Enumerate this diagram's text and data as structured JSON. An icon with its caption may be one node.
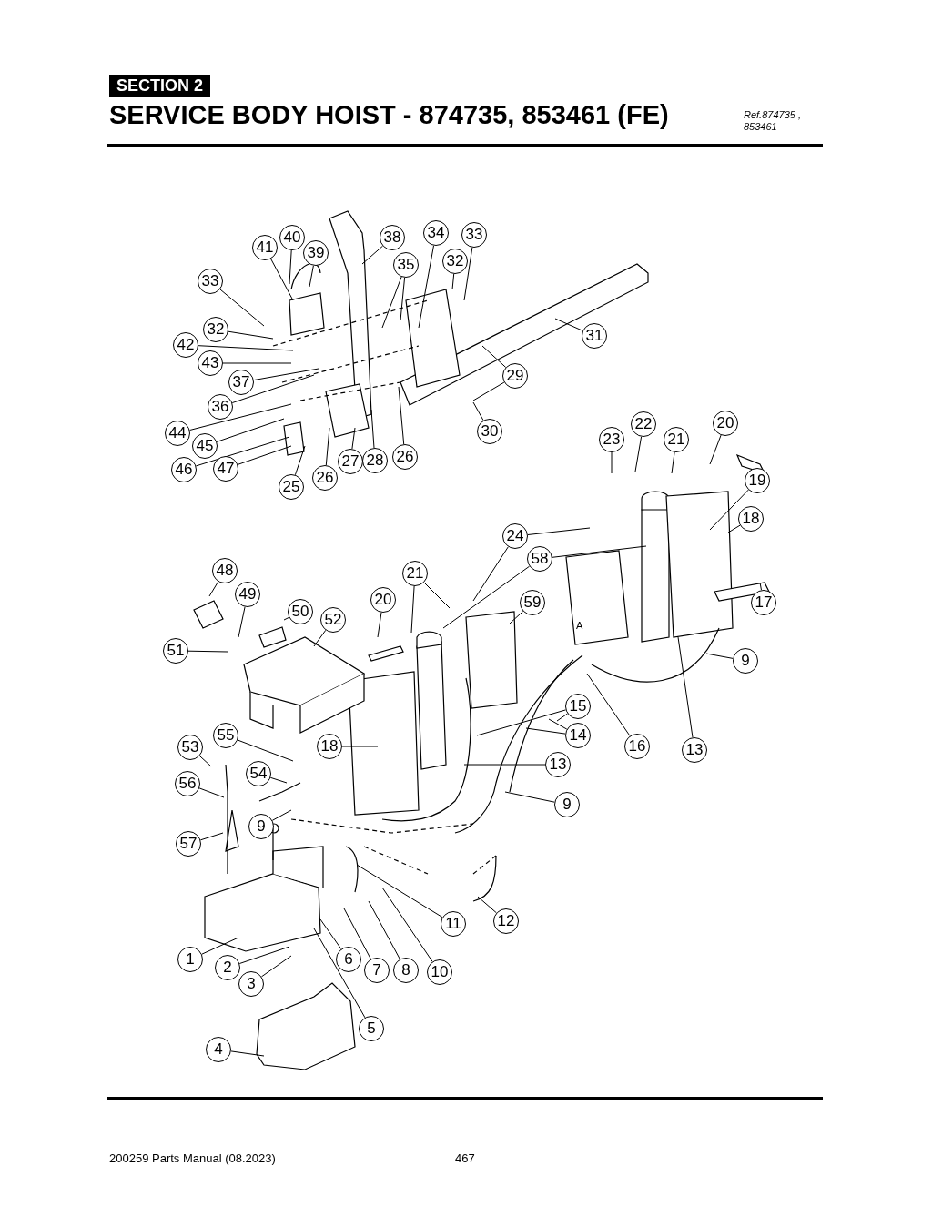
{
  "diagram": {
    "title": "SERVICE BODY HOIST - 874735, 853461 (FE)",
    "nodes": [
      {
        "text": [
          "33"
        ]
      },
      {
        "text": [
          "41"
        ]
      },
      {
        "text": [
          "40"
        ]
      },
      {
        "text": [
          "39"
        ]
      },
      {
        "text": [
          "38"
        ]
      },
      {
        "text": [
          "34"
        ]
      },
      {
        "text": [
          "35"
        ]
      },
      {
        "text": [
          "33"
        ]
      },
      {
        "text": [
          "32"
        ]
      },
      {
        "text": [
          "31"
        ]
      },
      {
        "text": [
          "32"
        ]
      },
      {
        "text": [
          "42"
        ]
      },
      {
        "text": [
          "43"
        ]
      },
      {
        "text": [
          "37"
        ]
      },
      {
        "text": [
          "29"
        ]
      },
      {
        "text": [
          "36"
        ]
      },
      {
        "text": [
          "44"
        ]
      },
      {
        "text": [
          "45"
        ]
      },
      {
        "text": [
          "30"
        ]
      },
      {
        "text": [
          "46"
        ]
      },
      {
        "text": [
          "47"
        ]
      },
      {
        "text": [
          "25"
        ]
      },
      {
        "text": [
          "26"
        ]
      },
      {
        "text": [
          "27"
        ]
      },
      {
        "text": [
          "28"
        ]
      },
      {
        "text": [
          "26"
        ]
      },
      {
        "text": [
          "23"
        ]
      },
      {
        "text": [
          "22"
        ]
      },
      {
        "text": [
          "21"
        ]
      },
      {
        "text": [
          "20"
        ]
      },
      {
        "text": [
          "19"
        ]
      },
      {
        "text": [
          "18"
        ]
      },
      {
        "text": [
          "24"
        ]
      },
      {
        "text": [
          "58"
        ]
      },
      {
        "text": [
          "48"
        ]
      },
      {
        "text": [
          "49"
        ]
      },
      {
        "text": [
          "50"
        ]
      },
      {
        "text": [
          "52"
        ]
      },
      {
        "text": [
          "21"
        ]
      },
      {
        "text": [
          "20"
        ]
      },
      {
        "text": [
          "59"
        ]
      },
      {
        "text": [
          "17"
        ]
      },
      {
        "text": [
          "51"
        ]
      },
      {
        "text": [
          "9"
        ]
      },
      {
        "text": [
          "15"
        ]
      },
      {
        "text": [
          "14"
        ]
      },
      {
        "text": [
          "16"
        ]
      },
      {
        "text": [
          "13"
        ]
      },
      {
        "text": [
          "18"
        ]
      },
      {
        "text": [
          "55"
        ]
      },
      {
        "text": [
          "53"
        ]
      },
      {
        "text": [
          "54"
        ]
      },
      {
        "text": [
          "13"
        ]
      },
      {
        "text": [
          "56"
        ]
      },
      {
        "text": [
          "9"
        ]
      },
      {
        "text": [
          "9"
        ]
      },
      {
        "text": [
          "57"
        ]
      },
      {
        "text": [
          "11"
        ]
      },
      {
        "text": [
          "12"
        ]
      },
      {
        "text": [
          "1"
        ]
      },
      {
        "text": [
          "2"
        ]
      },
      {
        "text": [
          "6"
        ]
      },
      {
        "text": [
          "3"
        ]
      },
      {
        "text": [
          "7"
        ]
      },
      {
        "text": [
          "8"
        ]
      },
      {
        "text": [
          "10"
        ]
      },
      {
        "text": [
          "5"
        ]
      },
      {
        "text": [
          "4"
        ]
      }
    ],
    "edges": [
      {
        "from": 0,
        "to": null,
        "arrow": "none"
      },
      {
        "from": 1,
        "to": null,
        "arrow": "none"
      },
      {
        "from": 2,
        "to": null,
        "arrow": "none"
      },
      {
        "from": 3,
        "to": null,
        "arrow": "none"
      },
      {
        "from": 4,
        "to": null,
        "arrow": "none"
      },
      {
        "from": 5,
        "to": null,
        "arrow": "none"
      },
      {
        "from": 6,
        "to": null,
        "arrow": "none"
      },
      {
        "from": 6,
        "to": null,
        "arrow": "none"
      },
      {
        "from": 7,
        "to": null,
        "arrow": "none"
      },
      {
        "from": 8,
        "to": null,
        "arrow": "none"
      },
      {
        "from": 9,
        "to": null,
        "arrow": "none"
      },
      {
        "from": 10,
        "to": null,
        "arrow": "none"
      },
      {
        "from": 11,
        "to": null,
        "arrow": "none"
      },
      {
        "from": 12,
        "to": null,
        "arrow": "none"
      },
      {
        "from": 13,
        "to": null,
        "arrow": "none"
      },
      {
        "from": 14,
        "to": null,
        "arrow": "none"
      },
      {
        "from": 14,
        "to": null,
        "arrow": "none"
      },
      {
        "from": 15,
        "to": null,
        "arrow": "none"
      },
      {
        "from": 16,
        "to": null,
        "arrow": "none"
      },
      {
        "from": 17,
        "to": null,
        "arrow": "none"
      },
      {
        "from": 18,
        "to": null,
        "arrow": "none"
      },
      {
        "from": 19,
        "to": null,
        "arrow": "none"
      },
      {
        "from": 20,
        "to": null,
        "arrow": "none"
      },
      {
        "from": 21,
        "to": null,
        "arrow": "none"
      },
      {
        "from": 22,
        "to": null,
        "arrow": "none"
      },
      {
        "from": 23,
        "to": null,
        "arrow": "none"
      },
      {
        "from": 24,
        "to": null,
        "arrow": "none"
      },
      {
        "from": 25,
        "to": null,
        "arrow": "none"
      },
      {
        "from": 26,
        "to": null,
        "arrow": "none"
      },
      {
        "from": 27,
        "to": null,
        "arrow": "none"
      },
      {
        "from": 28,
        "to": null,
        "arrow": "none"
      },
      {
        "from": 29,
        "to": null,
        "arrow": "none"
      },
      {
        "from": 30,
        "to": null,
        "arrow": "none"
      },
      {
        "from": 31,
        "to": null,
        "arrow": "none"
      },
      {
        "from": 32,
        "to": null,
        "arrow": "none"
      },
      {
        "from": 32,
        "to": null,
        "arrow": "none"
      },
      {
        "from": 33,
        "to": null,
        "arrow": "none"
      },
      {
        "from": 33,
        "to": null,
        "arrow": "none"
      },
      {
        "from": 34,
        "to": null,
        "arrow": "none"
      },
      {
        "from": 35,
        "to": null,
        "arrow": "none"
      },
      {
        "from": 36,
        "to": null,
        "arrow": "none"
      },
      {
        "from": 37,
        "to": null,
        "arrow": "none"
      },
      {
        "from": 38,
        "to": null,
        "arrow": "none"
      },
      {
        "from": 38,
        "to": null,
        "arrow": "none"
      },
      {
        "from": 39,
        "to": null,
        "arrow": "none"
      },
      {
        "from": 40,
        "to": null,
        "arrow": "none"
      },
      {
        "from": 41,
        "to": null,
        "arrow": "none"
      },
      {
        "from": 42,
        "to": null,
        "arrow": "none"
      },
      {
        "from": 43,
        "to": null,
        "arrow": "none"
      },
      {
        "from": 44,
        "to": null,
        "arrow": "none"
      },
      {
        "from": 44,
        "to": null,
        "arrow": "none"
      },
      {
        "from": 45,
        "to": null,
        "arrow": "none"
      },
      {
        "from": 45,
        "to": null,
        "arrow": "none"
      },
      {
        "from": 46,
        "to": null,
        "arrow": "none"
      },
      {
        "from": 47,
        "to": null,
        "arrow": "none"
      },
      {
        "from": 48,
        "to": null,
        "arrow": "none"
      },
      {
        "from": 49,
        "to": null,
        "arrow": "none"
      },
      {
        "from": 50,
        "to": null,
        "arrow": "none"
      },
      {
        "from": 51,
        "to": null,
        "arrow": "none"
      },
      {
        "from": 52,
        "to": null,
        "arrow": "none"
      },
      {
        "from": 53,
        "to": null,
        "arrow": "none"
      },
      {
        "from": 54,
        "to": null,
        "arrow": "none"
      },
      {
        "from": 55,
        "to": null,
        "arrow": "none"
      },
      {
        "from": 56,
        "to": null,
        "arrow": "none"
      },
      {
        "from": 57,
        "to": null,
        "arrow": "none"
      },
      {
        "from": 58,
        "to": null,
        "arrow": "none"
      },
      {
        "from": 59,
        "to": null,
        "arrow": "none"
      },
      {
        "from": 60,
        "to": null,
        "arrow": "none"
      },
      {
        "from": 61,
        "to": null,
        "arrow": "none"
      },
      {
        "from": 62,
        "to": null,
        "arrow": "none"
      },
      {
        "from": 63,
        "to": null,
        "arrow": "none"
      },
      {
        "from": 64,
        "to": null,
        "arrow": "none"
      },
      {
        "from": 65,
        "to": null,
        "arrow": "none"
      },
      {
        "from": 66,
        "to": null,
        "arrow": "none"
      },
      {
        "from": 67,
        "to": null,
        "arrow": "none"
      }
    ],
    "labels": [
      "SECTION 2",
      "Ref.874735 , 853461",
      "A",
      "200259 Parts Manual (08.2023)",
      "467"
    ]
  }
}
